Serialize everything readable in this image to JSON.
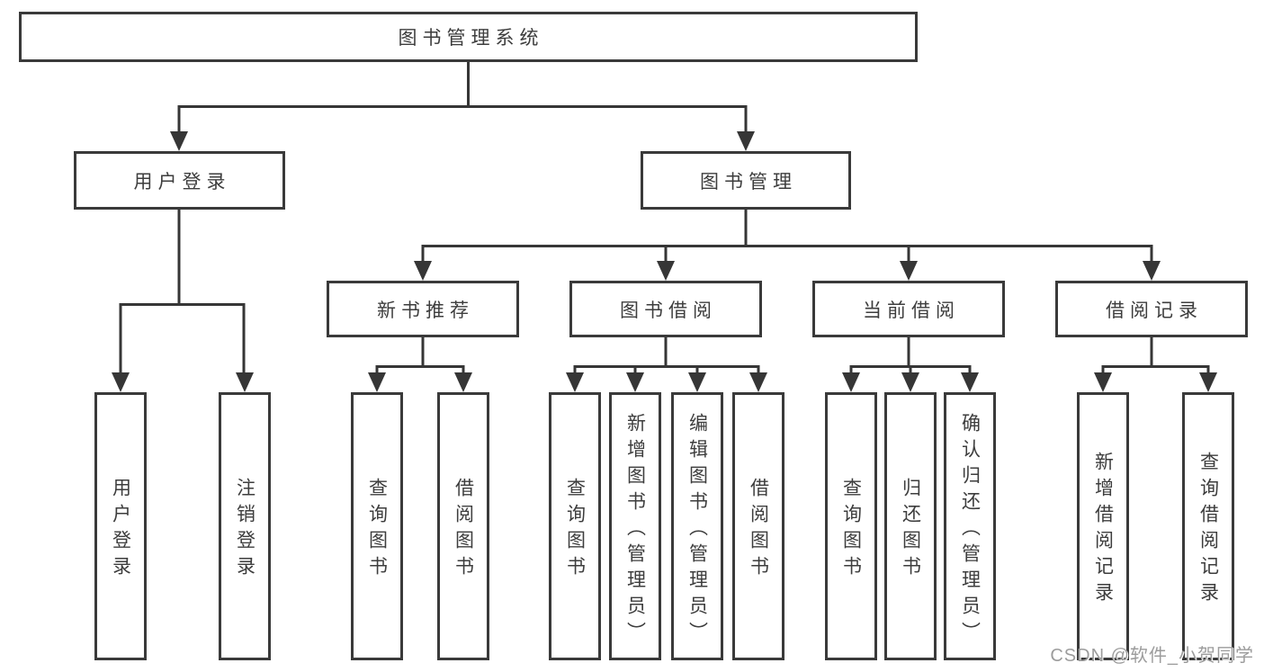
{
  "nodes": {
    "root": "图书管理系统",
    "user_login": "用户登录",
    "book_mgmt": "图书管理",
    "new_books": "新书推荐",
    "book_borrow": "图书借阅",
    "current_borrow": "当前借阅",
    "borrow_records": "借阅记录",
    "leaves": {
      "user_login": [
        "用户登录",
        "注销登录"
      ],
      "new_books": [
        "查询图书",
        "借阅图书"
      ],
      "book_borrow": [
        "查询图书",
        "新增图书（管理员）",
        "编辑图书（管理员）",
        "借阅图书"
      ],
      "current_borrow": [
        "查询图书",
        "归还图书",
        "确认归还（管理员）"
      ],
      "borrow_records": [
        "新增借阅记录",
        "查询借阅记录"
      ]
    }
  },
  "watermark": "CSDN @软件_小贺同学",
  "colors": {
    "line": "#363636",
    "border": "#3a3a3a",
    "text": "#3d3d3d",
    "watermark": "#9c9c9c",
    "background": "#ffffff"
  }
}
